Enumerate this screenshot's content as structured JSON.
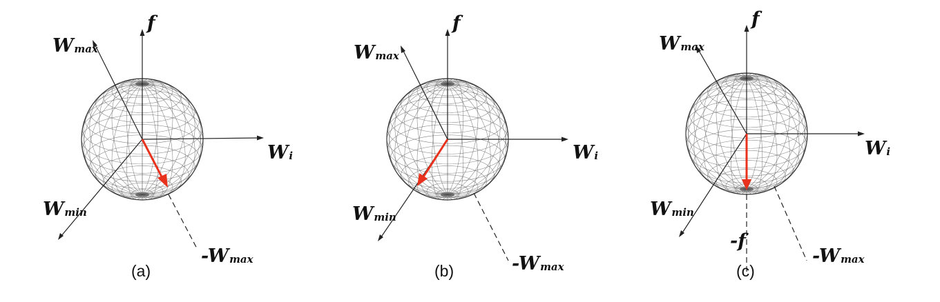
{
  "colors": {
    "vector": "#e8321e",
    "axis": "#222222",
    "sphere": "#555555"
  },
  "panels": [
    {
      "caption": "(a)",
      "labels": {
        "f": "f",
        "w_max_main": "W",
        "w_max_sub": "max",
        "w_i_main": "W",
        "w_i_sub": "i",
        "w_min_main": "W",
        "w_min_sub": "min",
        "neg_w_max_main": "-W",
        "neg_w_max_sub": "max"
      }
    },
    {
      "caption": "(b)",
      "labels": {
        "f": "f",
        "w_max_main": "W",
        "w_max_sub": "max",
        "w_i_main": "W",
        "w_i_sub": "i",
        "w_min_main": "W",
        "w_min_sub": "min",
        "neg_w_max_main": "-W",
        "neg_w_max_sub": "max"
      }
    },
    {
      "caption": "(c)",
      "labels": {
        "f": "f",
        "neg_f": "-f",
        "w_max_main": "W",
        "w_max_sub": "max",
        "w_i_main": "W",
        "w_i_sub": "i",
        "w_min_main": "W",
        "w_min_sub": "min",
        "neg_w_max_main": "-W",
        "neg_w_max_sub": "max"
      }
    }
  ]
}
